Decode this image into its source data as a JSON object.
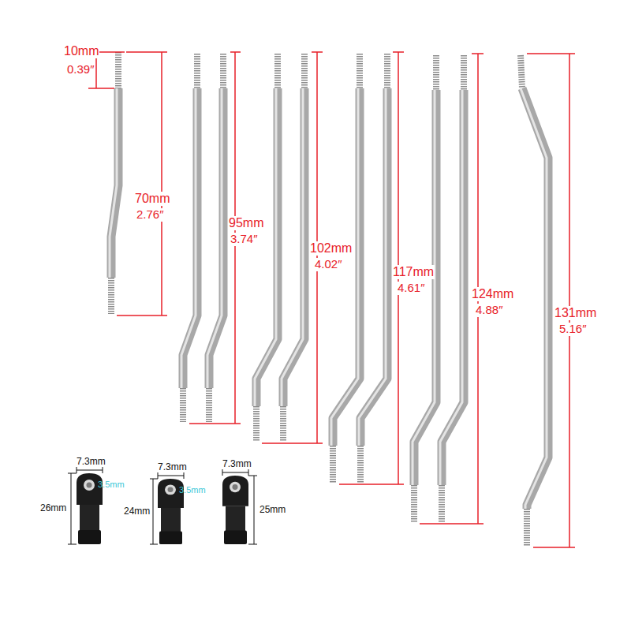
{
  "diagram": {
    "labels": [
      "10mm",
      "0.39″",
      "70mm",
      "2.76″",
      "95mm",
      "3.74″",
      "102mm",
      "4.02″",
      "117mm",
      "4.61″",
      "124mm",
      "4.88″",
      "131mm",
      "5.16″",
      "7.3mm",
      "3.5mm",
      "26mm",
      "7.3mm",
      "3.5mm",
      "24mm",
      "7.3mm",
      "25mm"
    ]
  }
}
